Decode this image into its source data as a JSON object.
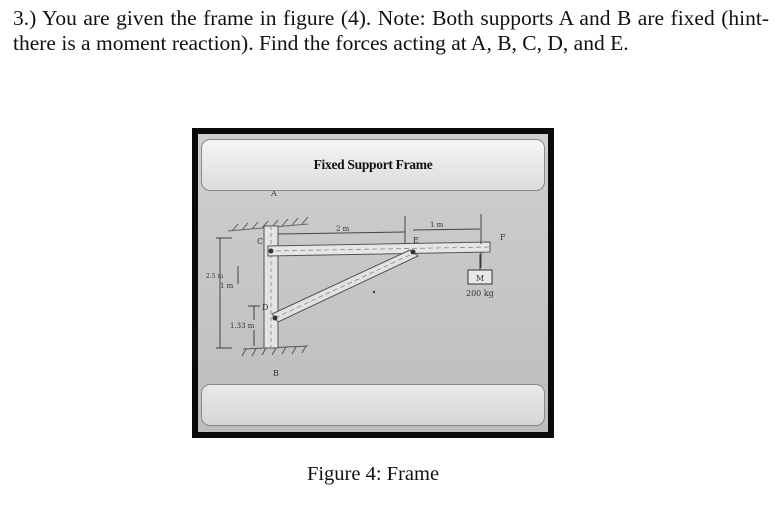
{
  "problem": {
    "text": "3.) You are given the frame in figure (4). Note: Both supports A and B are fixed (hint- there is a moment reaction). Find the forces acting at A, B, C, D, and E."
  },
  "figure": {
    "header_title": "Fixed Support Frame",
    "caption": "Figure 4: Frame",
    "labels": {
      "A": "A",
      "B": "B",
      "C": "C",
      "D": "D",
      "E": "E",
      "F": "F",
      "M": "M",
      "mass": "200 kg",
      "dim_2m": "2 m",
      "dim_1m_top": "1 m",
      "dim_2_5m": "2.5 m",
      "dim_1m_side": "1 m",
      "dim_1_33m": "1.33 m"
    }
  }
}
